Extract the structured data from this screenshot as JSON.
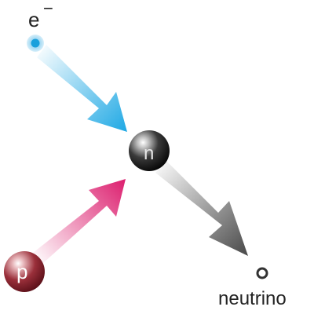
{
  "labels": {
    "electron": "e",
    "electron_superscript": "−",
    "proton": "p",
    "neutron": "n",
    "neutrino": "neutrino"
  },
  "colors": {
    "electron": "#1aa0dc",
    "electron_arrow": "#1ea8e4",
    "proton": "#8e2a34",
    "proton_arrow": "#dc1e6e",
    "neutron": "#141414",
    "neutron_arrow": "#555555",
    "neutrino": "#333333"
  }
}
